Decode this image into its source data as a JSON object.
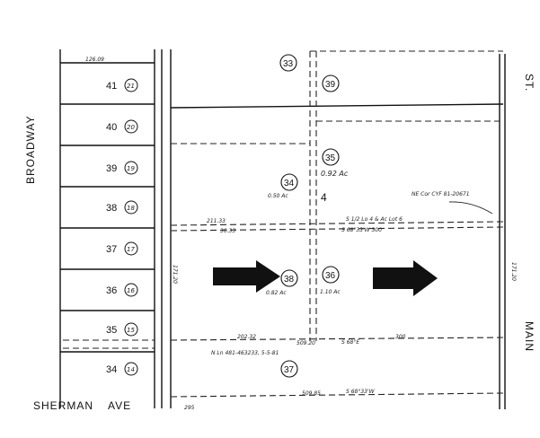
{
  "streets": {
    "broadway": "BROADWAY",
    "st": "ST.",
    "main": "MAIN",
    "sherman": "SHERMAN",
    "ave": "AVE"
  },
  "lots": [
    {
      "lot": "41",
      "circle": "21"
    },
    {
      "lot": "40",
      "circle": "20"
    },
    {
      "lot": "39",
      "circle": "19"
    },
    {
      "lot": "38",
      "circle": "18"
    },
    {
      "lot": "37",
      "circle": "17"
    },
    {
      "lot": "36",
      "circle": "16"
    },
    {
      "lot": "35",
      "circle": "15"
    },
    {
      "lot": "34",
      "circle": "14"
    }
  ],
  "parcels": {
    "p33": "33",
    "p39": "39",
    "p35": "35",
    "p34": "34",
    "p38": "38",
    "p36": "36",
    "p37": "37",
    "block": "4",
    "acreage_35": "0.92 Ac",
    "acreage_34": "0.50 Ac",
    "acreage_38": "0.82 Ac",
    "acreage_36": "1.10 Ac"
  },
  "annotations": {
    "cert": "NE Cor CYF 81-20671",
    "line_label": "S 1/2 Lo 4 & Ac Lot 6",
    "bearing_mid": "S 68°33'W 300",
    "rec": "N Ln 481-463233, 5-5-81",
    "dim_left": "211.33",
    "dim_left2": "30.33",
    "dim_bottom_left": "202.32",
    "dim_bottom_mid": "509.20",
    "bearing_bottom": "S 68°E",
    "dim_bottom_right": "300",
    "dim_footer": "509.85",
    "dim_footer2": "S 68°33'W",
    "top_dim": "126.09",
    "right_dim": "171.20",
    "left_dim": "171.20",
    "tick_295": "295"
  }
}
